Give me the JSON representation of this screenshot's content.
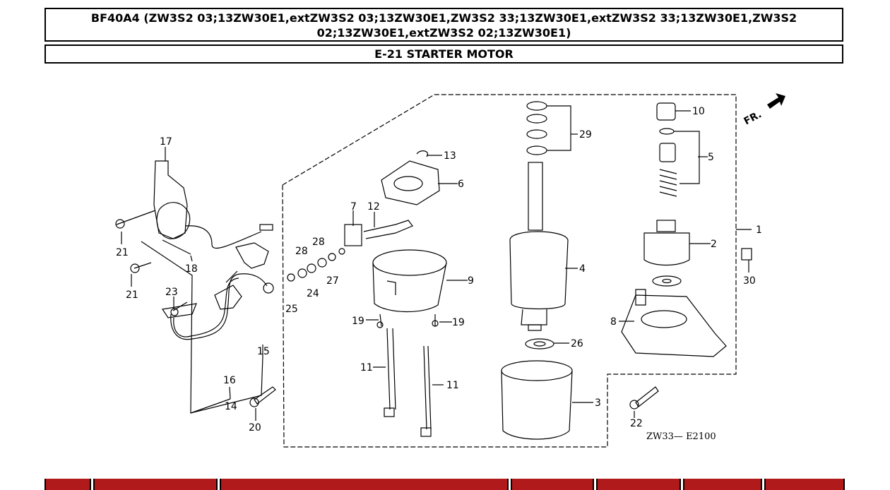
{
  "header": {
    "model_title": "BF40A4 (ZW3S2 03;13ZW30E1,extZW3S2 03;13ZW30E1,ZW3S2 33;13ZW30E1,extZW3S2 33;13ZW30E1,ZW3S2 02;13ZW30E1,extZW3S2 02;13ZW30E1)",
    "section_title": "E-21 STARTER MOTOR"
  },
  "diagram": {
    "direction_label": "FR.",
    "drawing_code": "ZW33— E2100",
    "callouts": [
      "1",
      "2",
      "3",
      "4",
      "5",
      "6",
      "7",
      "8",
      "9",
      "10",
      "11",
      "11",
      "12",
      "13",
      "14",
      "15",
      "16",
      "17",
      "18",
      "19",
      "19",
      "20",
      "21",
      "21",
      "22",
      "23",
      "24",
      "25",
      "26",
      "27",
      "28",
      "28",
      "29",
      "30"
    ]
  },
  "colors": {
    "table_header_red": "#b11a1a",
    "border": "#000000"
  }
}
